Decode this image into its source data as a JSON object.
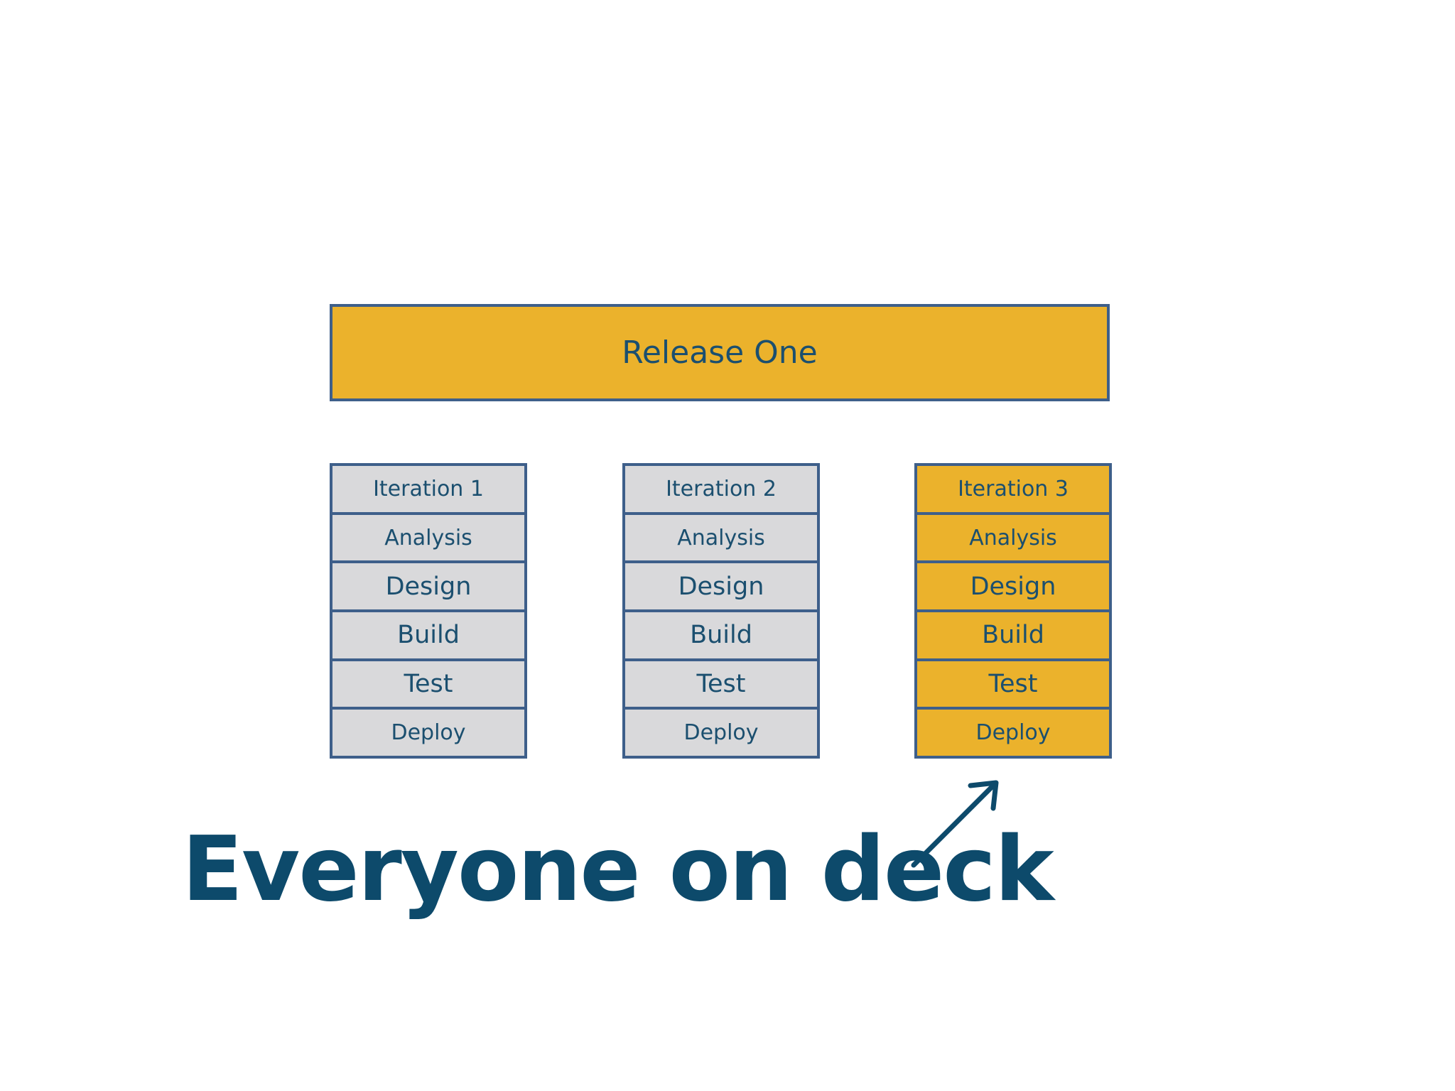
{
  "release": {
    "label": "Release One"
  },
  "iterations": [
    {
      "title": "Iteration 1",
      "steps": [
        "Analysis",
        "Design",
        "Build",
        "Test",
        "Deploy"
      ],
      "fill": "#d9d9db"
    },
    {
      "title": "Iteration 2",
      "steps": [
        "Analysis",
        "Design",
        "Build",
        "Test",
        "Deploy"
      ],
      "fill": "#d9d9db"
    },
    {
      "title": "Iteration 3",
      "steps": [
        "Analysis",
        "Design",
        "Build",
        "Test",
        "Deploy"
      ],
      "fill": "#ebb22c"
    }
  ],
  "tagline": "Everyone on deck",
  "colors": {
    "accent": "#ebb22c",
    "border": "#3e5f8a",
    "text": "#1b4f6f",
    "inactive": "#d9d9db"
  },
  "icons": {
    "pointer": "arrow-up-right-icon"
  }
}
